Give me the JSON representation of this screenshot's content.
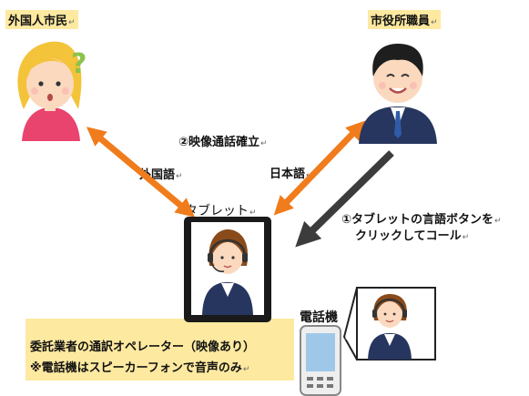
{
  "labels": {
    "foreigner": "外国人市民",
    "staff": "市役所職員",
    "video_call": "②映像通話確立",
    "foreign_language": "外国語",
    "japanese": "日本語",
    "tablet": "タブレット",
    "step1_line1": "①タブレットの言語ボタンを",
    "step1_line2": "クリックしてコール",
    "phone": "電話機",
    "operator": "委託業者の通訳オペレーター（映像あり）",
    "note": "※電話機はスピーカーフォンで音声のみ",
    "question_mark": "?",
    "return_mark": "↵"
  },
  "colors": {
    "arrow_orange": "#f07c1c",
    "arrow_gray": "#3c3c3c",
    "highlight": "#fde9a0",
    "uniform": "#27365e",
    "shirt_pink": "#e9446e"
  },
  "icons": [
    "foreign-citizen-person-icon",
    "city-staff-person-icon",
    "tablet-icon",
    "operator-icon",
    "phone-icon"
  ]
}
